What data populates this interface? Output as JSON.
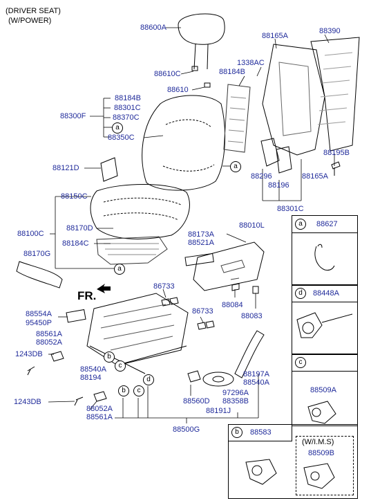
{
  "header": {
    "line1": "(DRIVER SEAT)",
    "line2": "(W/POWER)"
  },
  "front_marker": "FR.",
  "labels": {
    "88600A": "88600A",
    "88610C": "88610C",
    "88610": "88610",
    "88184B": "88184B",
    "88300F": "88300F",
    "88301C_a": "88301C",
    "88370C": "88370C",
    "88350C": "88350C",
    "88121D": "88121D",
    "88150C": "88150C",
    "88100C": "88100C",
    "88170D": "88170D",
    "88184C": "88184C",
    "88170G": "88170G",
    "88165A_top": "88165A",
    "88390": "88390",
    "1338AC": "1338AC",
    "88184B_2": "88184B",
    "88195B": "88195B",
    "88296": "88296",
    "88196": "88196",
    "88165A_bot": "88165A",
    "88301C_b": "88301C",
    "88173A": "88173A",
    "88521A": "88521A",
    "88010L": "88010L",
    "86733_1": "86733",
    "86733_2": "86733",
    "88084": "88084",
    "88083": "88083",
    "88554A": "88554A",
    "95450P": "95450P",
    "88561A_1": "88561A",
    "88052A_1": "88052A",
    "1243DB_1": "1243DB",
    "88540A_1": "88540A",
    "88194": "88194",
    "1243DB_2": "1243DB",
    "88052A_2": "88052A",
    "88561A_2": "88561A",
    "88197A": "88197A",
    "88540A_2": "88540A",
    "97296A": "97296A",
    "88358B": "88358B",
    "88560D": "88560D",
    "88191J": "88191J",
    "88500G": "88500G"
  },
  "callouts": {
    "a": "a",
    "b": "b",
    "c": "c",
    "d": "d"
  },
  "side_boxes": {
    "a": {
      "letter": "a",
      "part": "88627"
    },
    "d": {
      "letter": "d",
      "part": "88448A"
    },
    "c": {
      "letter": "c",
      "part": "88509A"
    },
    "b": {
      "letter": "b",
      "part": "88583"
    },
    "ims": {
      "note": "(W/I.M.S)",
      "part": "88509B"
    }
  }
}
